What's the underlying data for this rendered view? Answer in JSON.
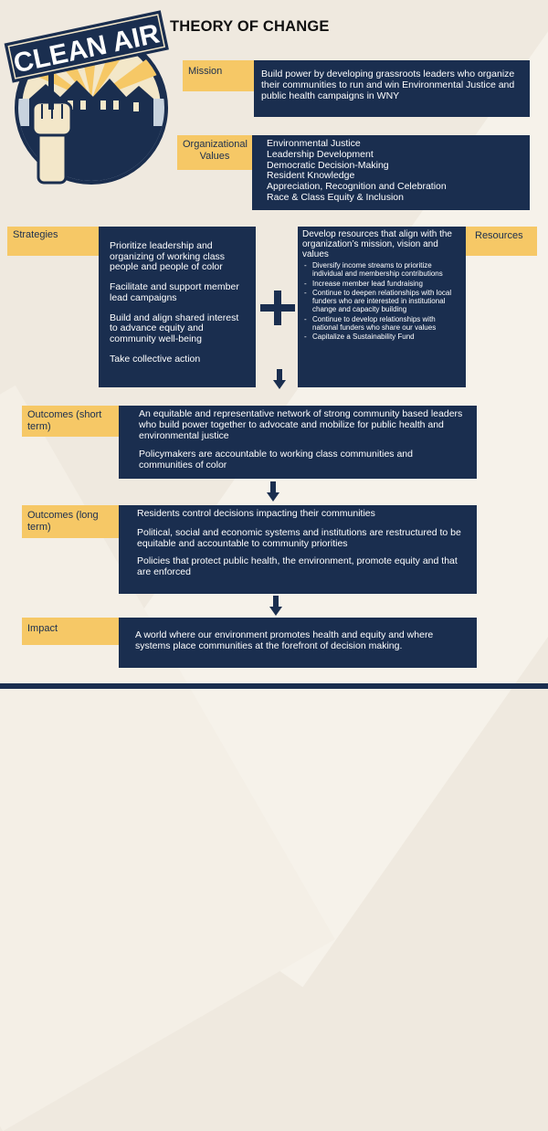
{
  "logo": {
    "text": "CLEAN AIR",
    "icon": "raised-fist-icon"
  },
  "title": "THEORY OF CHANGE",
  "mission": {
    "label": "Mission",
    "text": "Build power by developing grassroots leaders who organize their communities to run and win Environmental Justice and public health campaigns in WNY"
  },
  "values": {
    "label": "Organizational Values",
    "items": [
      "Environmental Justice",
      "Leadership Development",
      "Democratic Decision-Making",
      "Resident Knowledge",
      "Appreciation, Recognition and Celebration",
      "Race & Class Equity & Inclusion"
    ]
  },
  "strategies": {
    "label": "Strategies",
    "items": [
      "Prioritize leadership and organizing of working class people and people of color",
      "Facilitate and support member lead campaigns",
      "Build and align shared interest to advance equity and community well-being",
      "Take collective action"
    ]
  },
  "resources": {
    "label": "Resources",
    "heading": "Develop resources that align with the organization’s mission, vision and values",
    "items": [
      "Diversify income streams to prioritize individual and membership contributions",
      "Increase member lead fundraising",
      "Continue to deepen relationships with local funders who are interested in institutional change and capacity building",
      "Continue to develop relationships with national funders who share our values",
      "Capitalize a Sustainability Fund"
    ]
  },
  "outcomes_short": {
    "label": "Outcomes (short term)",
    "items": [
      "An equitable and representative network of strong community based leaders who build power together to advocate and mobilize for public health and environmental justice",
      "Policymakers are accountable to working class communities and communities of color"
    ]
  },
  "outcomes_long": {
    "label": "Outcomes (long term)",
    "items": [
      "Residents control decisions impacting their communities",
      "Political, social and economic systems and institutions are restructured to be equitable and accountable to community priorities",
      "Policies that protect public health, the environment, promote equity and that are enforced"
    ]
  },
  "impact": {
    "label": "Impact",
    "text": "A world where our environment promotes health and equity and where systems place communities at the forefront of decision making."
  },
  "colors": {
    "navy": "#1a2e4f",
    "gold": "#f6c866",
    "background": "#efe9df"
  }
}
